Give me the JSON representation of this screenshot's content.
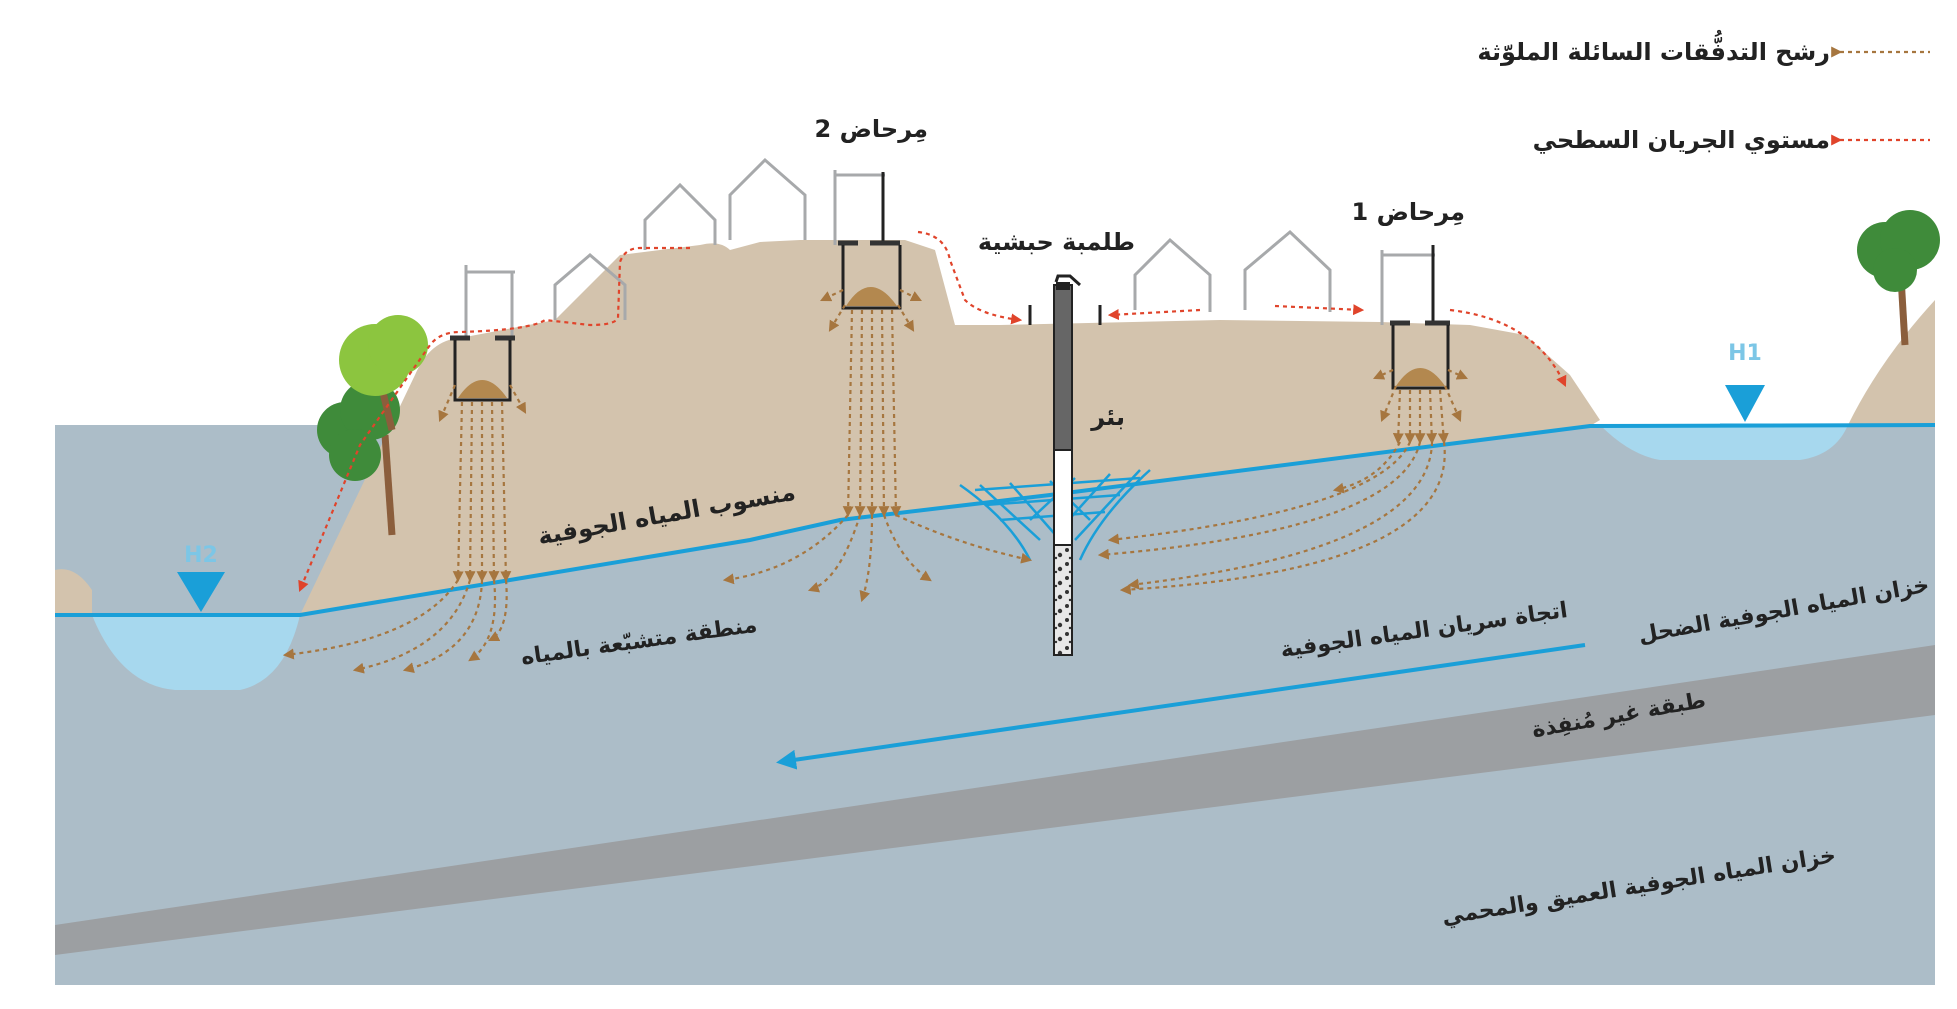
{
  "legend": {
    "contaminated_infiltration": "رشح التدفُّقات السائلة الملوّثة",
    "surface_runoff": "مستوي الجريان السطحي"
  },
  "labels": {
    "latrine_2": "مِرحاض 2",
    "latrine_1": "مِرحاض 1",
    "hand_pump": "طلمبة حبشية",
    "well": "بئر",
    "water_table": "منسوب المياه الجوفية",
    "saturated_zone": "منطقة متشبّعة بالمياه",
    "flow_direction": "اتجاة سريان المياه الجوفية",
    "shallow_aquifer": "خزان المياه الجوفية الضحل",
    "impermeable_layer": "طبقة غير مُنفِذة",
    "deep_aquifer": "خزان المياه الجوفية العميق والمحمي",
    "h1": "H1",
    "h2": "H2"
  },
  "colors": {
    "soil": "#d3c3ad",
    "groundwater": "#acbdc8",
    "impermeable": "#9c9fa2",
    "water_line": "#1a9fd8",
    "pond": "#a7d8ee",
    "infiltration_arrow": "#a6763f",
    "runoff_arrow": "#e0442b",
    "house": "#a7a9ab",
    "tree_dark": "#3f8b3a",
    "tree_light": "#8cc53f",
    "trunk": "#8b5e3c"
  },
  "icons": [
    "house-icon",
    "tree-icon",
    "latrine-icon",
    "hand-pump-icon",
    "water-level-marker-icon"
  ]
}
